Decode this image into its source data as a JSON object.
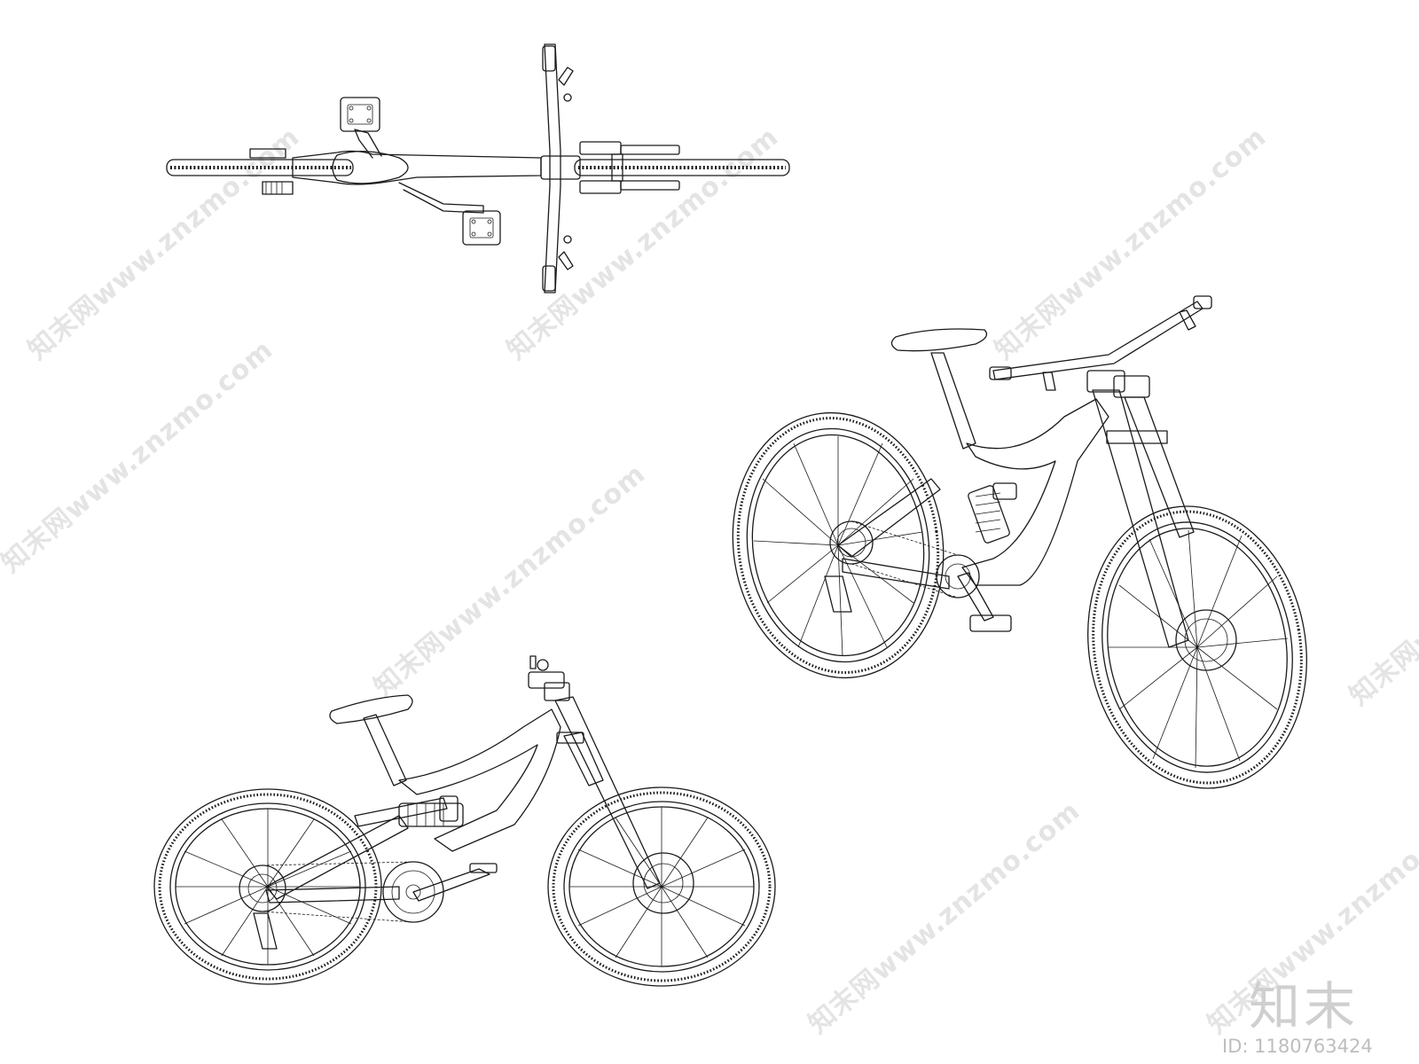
{
  "watermark": {
    "site_text": "知末网www.znzmo.com",
    "logo_text": "知末",
    "id_text": "ID: 1180763424"
  },
  "drawing": {
    "subject": "bicycle-line-drawing",
    "views": [
      "top-view",
      "three-quarter-view",
      "side-view"
    ],
    "line_color": "#1a1a1a",
    "background_color": "#ffffff"
  }
}
